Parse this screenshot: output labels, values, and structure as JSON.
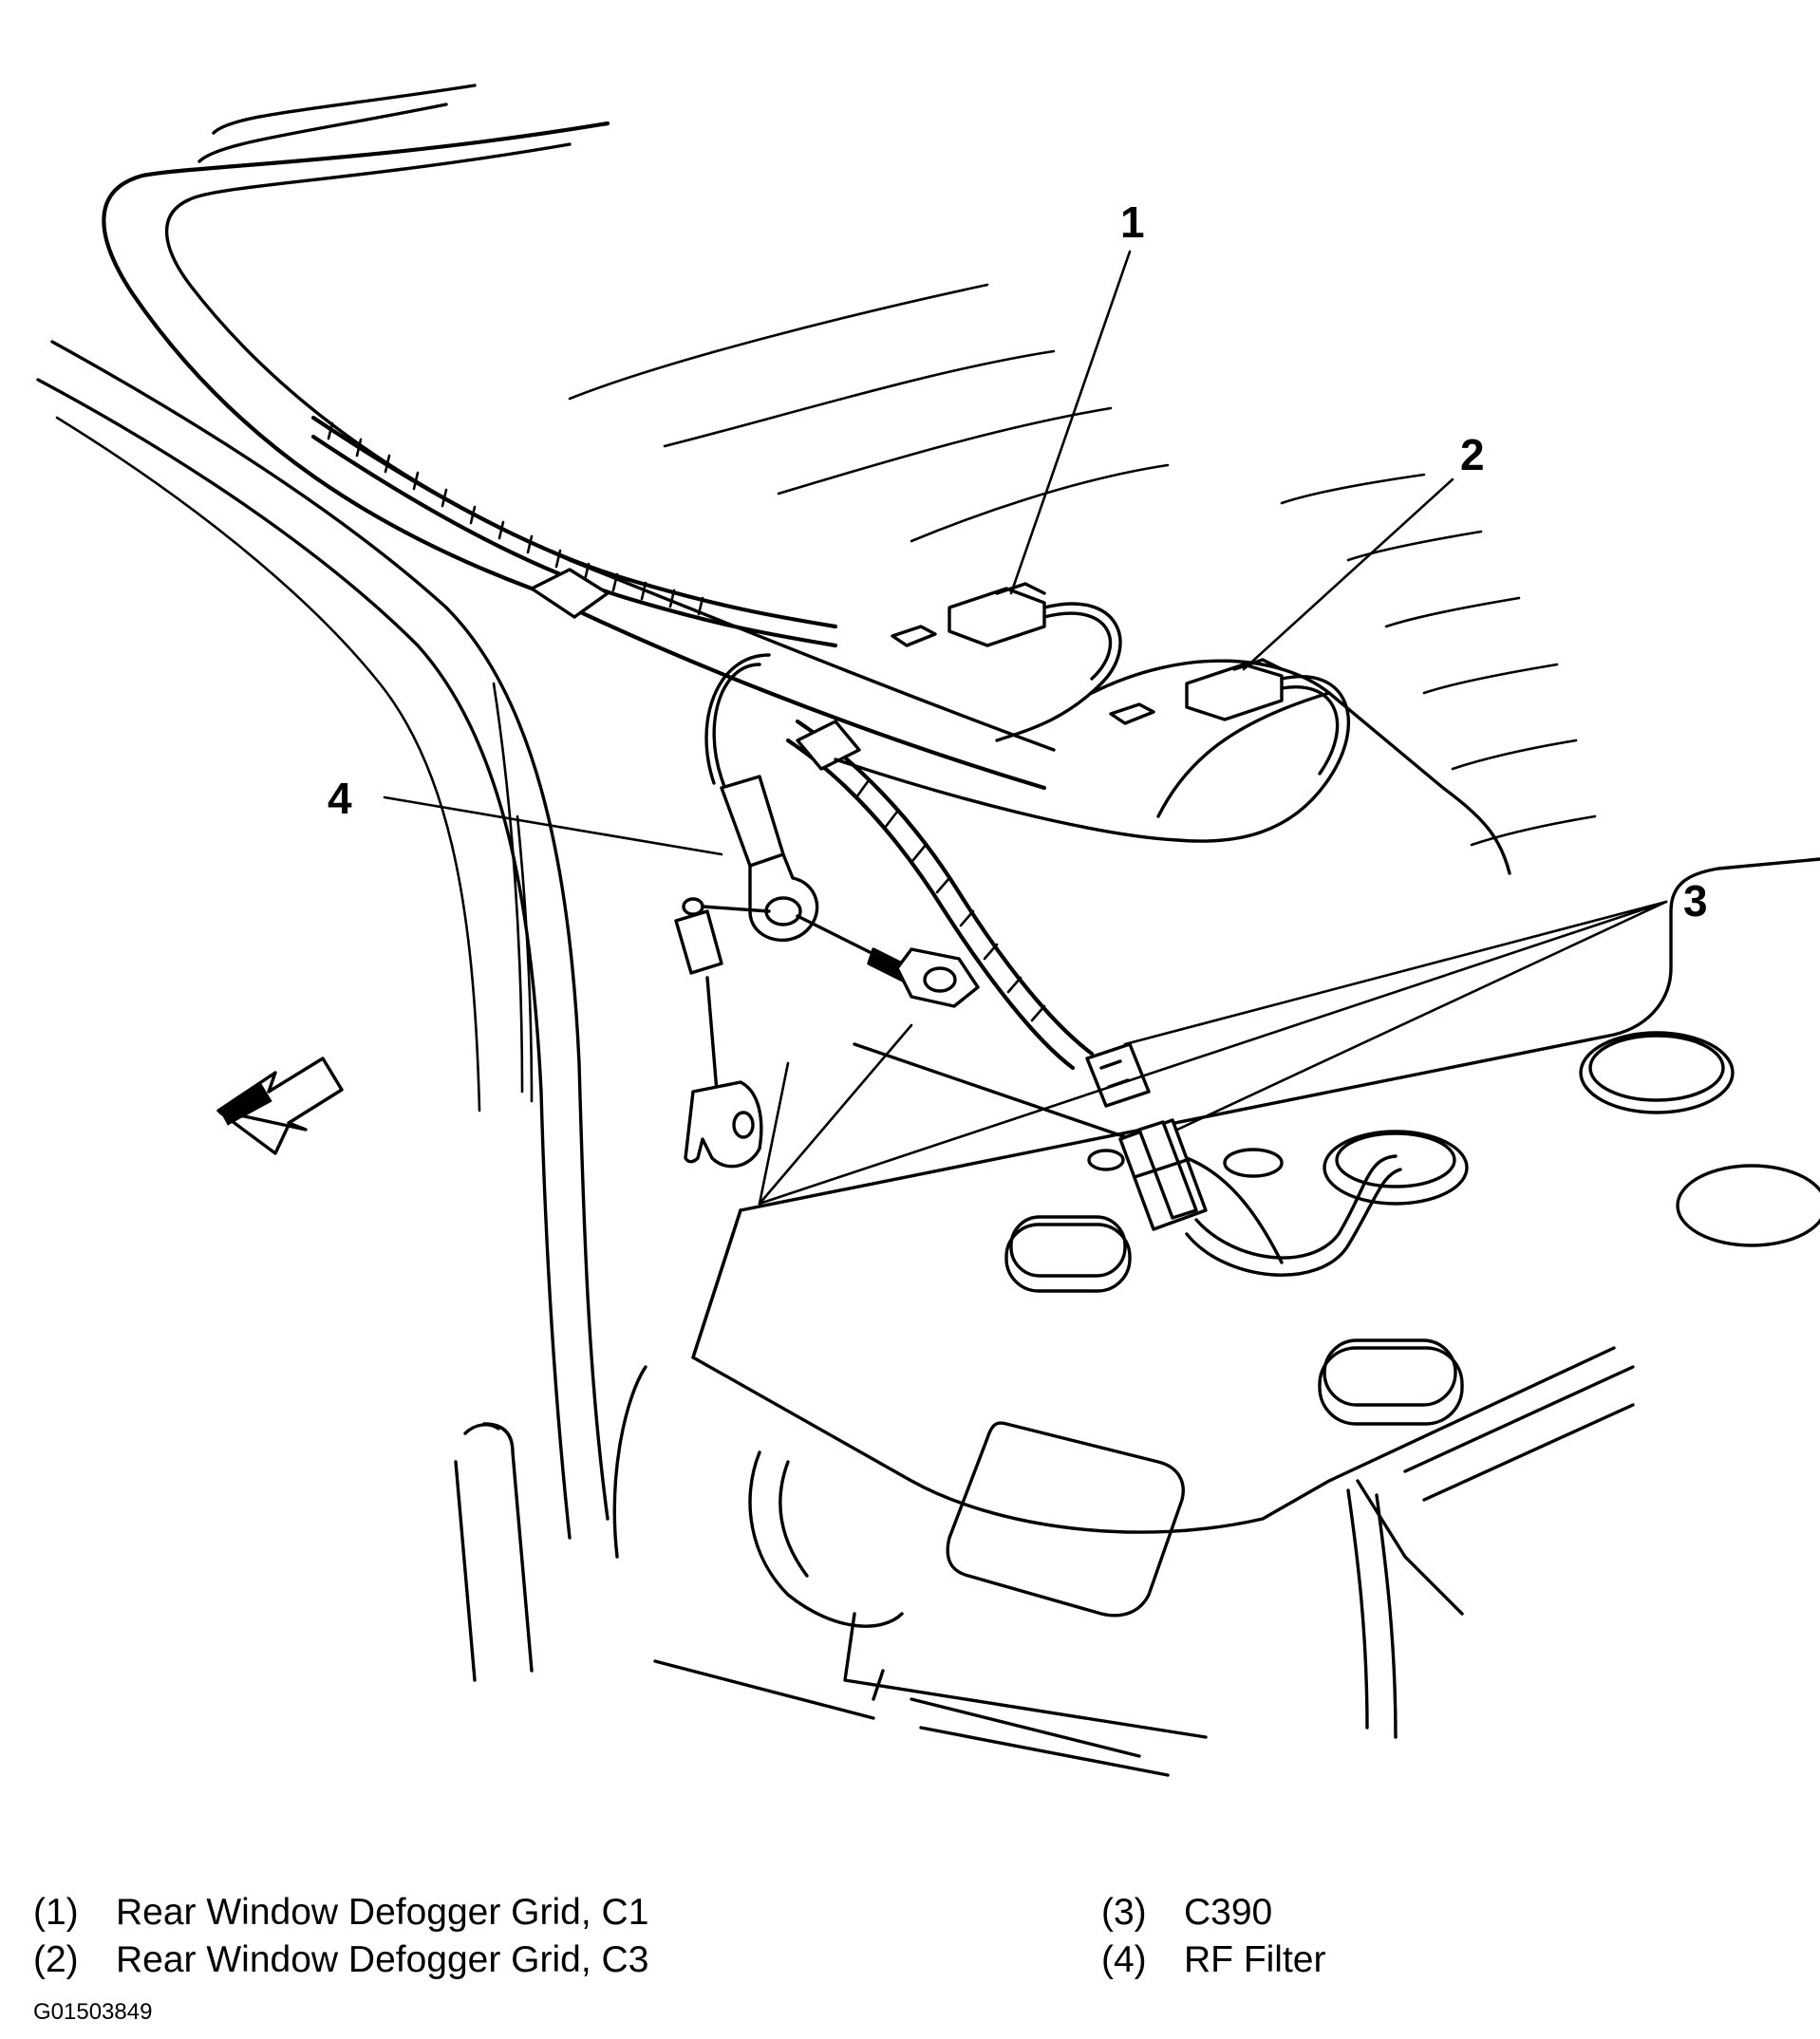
{
  "callouts": [
    "1",
    "2",
    "3",
    "4"
  ],
  "legend": [
    {
      "num": "(1)",
      "label": "Rear Window Defogger Grid, C1"
    },
    {
      "num": "(2)",
      "label": "Rear Window Defogger Grid, C3"
    },
    {
      "num": "(3)",
      "label": "C390"
    },
    {
      "num": "(4)",
      "label": "RF Filter"
    }
  ],
  "figure_id": "G01503849"
}
